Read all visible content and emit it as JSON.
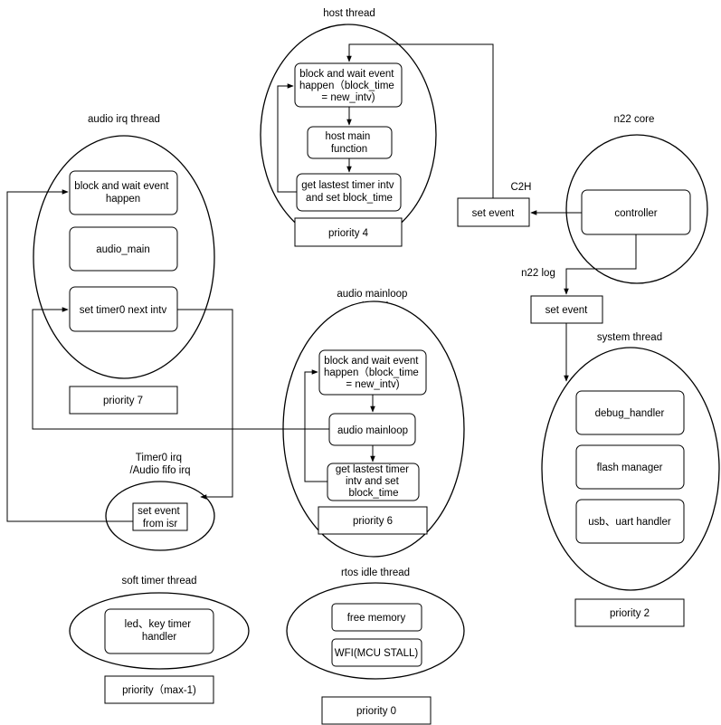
{
  "host_thread": {
    "title": "host thread",
    "block_wait": [
      "block and wait event",
      "happen（block_time",
      "= new_intv)"
    ],
    "main_function": [
      "host main",
      "function"
    ],
    "get_timer": [
      "get lastest timer intv",
      "and set block_time"
    ],
    "priority": "priority 4"
  },
  "audio_irq_thread": {
    "title": "audio irq thread",
    "block_wait": [
      "block and wait event",
      "happen"
    ],
    "audio_main": "audio_main",
    "set_timer": "set timer0 next intv",
    "priority": "priority 7"
  },
  "audio_mainloop_thread": {
    "title": [
      "audio mainloop",
      "thread"
    ],
    "block_wait": [
      "block and wait event",
      "happen（block_time",
      "= new_intv)"
    ],
    "mainloop": "audio mainloop",
    "get_timer": [
      "get lastest timer",
      "intv and set",
      "block_time"
    ],
    "priority": "priority 6"
  },
  "timer0_irq": {
    "title": [
      "Timer0 irq",
      "/Audio fifo irq"
    ],
    "set_event": [
      "set event",
      "from isr"
    ]
  },
  "n22_core": {
    "title": "n22 core",
    "controller": "controller"
  },
  "c2h_label": "C2H",
  "c2h_set_event": "set event",
  "n22_log_label": "n22 log",
  "n22_log_set_event": "set event",
  "system_thread": {
    "title": "system thread",
    "debug_handler": "debug_handler",
    "flash_manager": "flash manager",
    "usb_uart_handler": "usb、uart  handler",
    "priority": "priority 2"
  },
  "soft_timer_thread": {
    "title": "soft timer thread",
    "handler": [
      "led、key timer",
      "handler"
    ],
    "priority": "priority（max-1)"
  },
  "rtos_idle_thread": {
    "title": "rtos idle thread",
    "free_memory": "free memory",
    "wfi": "WFI(MCU STALL)",
    "priority": "priority 0"
  }
}
